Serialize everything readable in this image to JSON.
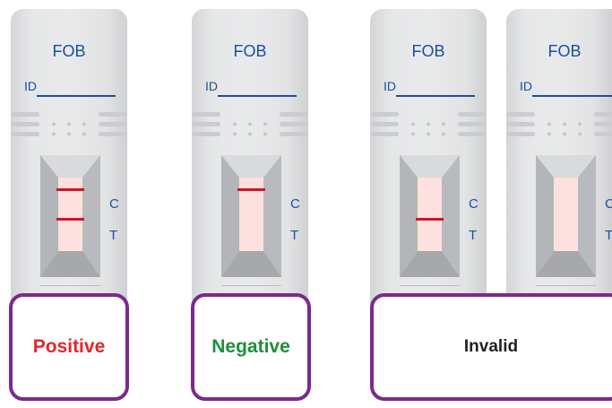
{
  "colors": {
    "brand_text": "#1a4fa0",
    "test_line": "#d0142c",
    "strip": "#fce1df",
    "box_border": "#7b2a8c",
    "positive": "#e3262c",
    "negative": "#1f8f3c",
    "invalid": "#231f20"
  },
  "cassettes": [
    {
      "label": "FOB",
      "id_label": "ID",
      "c_label": "C",
      "t_label": "T",
      "control_line": true,
      "test_line": true
    },
    {
      "label": "FOB",
      "id_label": "ID",
      "c_label": "C",
      "t_label": "T",
      "control_line": true,
      "test_line": false
    },
    {
      "label": "FOB",
      "id_label": "ID",
      "c_label": "C",
      "t_label": "T",
      "control_line": false,
      "test_line": true
    },
    {
      "label": "FOB",
      "id_label": "ID",
      "c_label": "C",
      "t_label": "T",
      "control_line": false,
      "test_line": false
    }
  ],
  "results": {
    "positive": "Positive",
    "negative": "Negative",
    "invalid": "Invalid"
  }
}
